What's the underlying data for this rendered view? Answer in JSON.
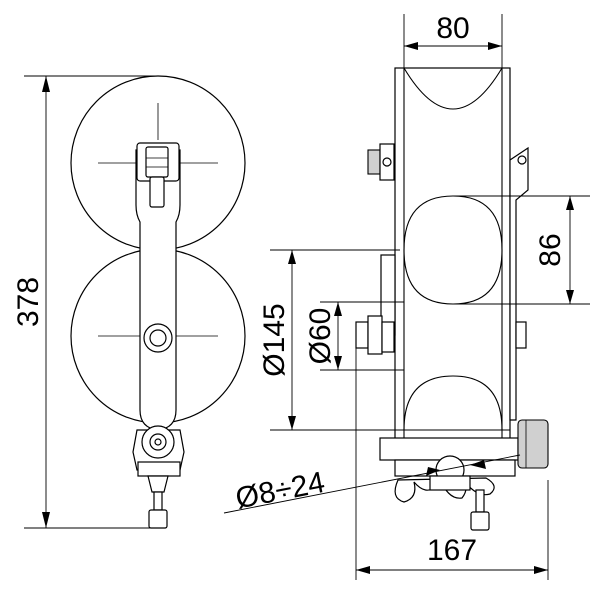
{
  "dimensions": {
    "overall_height": "378",
    "width_top": "80",
    "pitch": "86",
    "outer_diameter": "Ø145",
    "inner_diameter": "Ø60",
    "rope_range": "Ø8÷24",
    "overall_width": "167"
  }
}
